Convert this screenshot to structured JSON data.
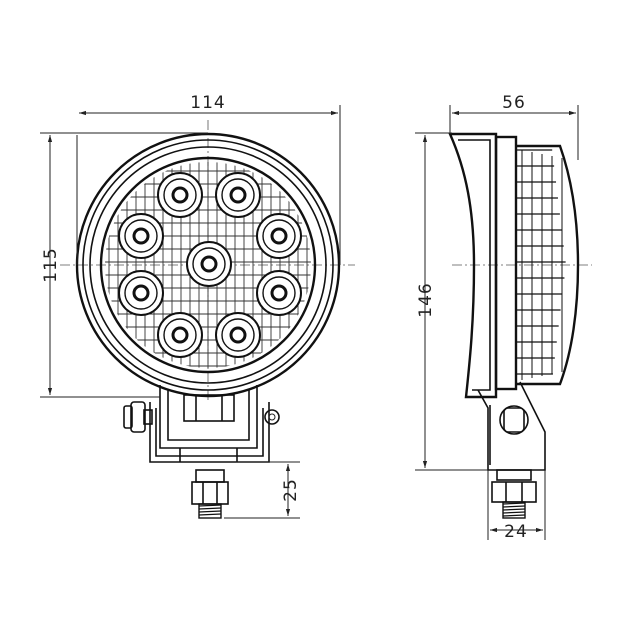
{
  "dimensions": {
    "front_width": "114",
    "front_height": "115",
    "thread_length": "25",
    "side_depth": "56",
    "side_height": "146",
    "bracket_width": "24"
  },
  "led_count": 9
}
